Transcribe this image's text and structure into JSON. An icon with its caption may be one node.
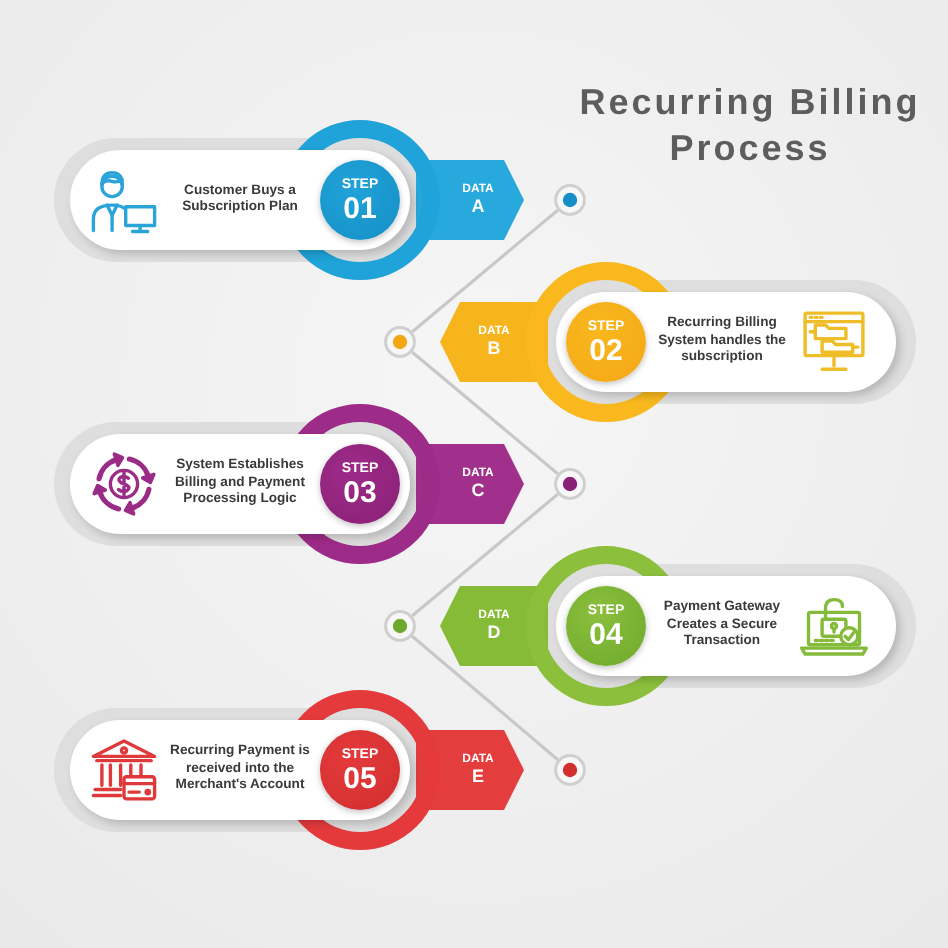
{
  "diagram": {
    "title": "Recurring Billing Process",
    "nodes": [
      {
        "text": [
          "Customer Buys a Subscription Plan"
        ]
      },
      {
        "text": [
          "STEP",
          "01"
        ],
        "in": 0
      },
      {
        "text": [
          "DATA",
          "A"
        ]
      },
      {
        "text": [],
        "shape": "circle"
      },
      {
        "text": [],
        "shape": "circle"
      },
      {
        "text": [
          "DATA",
          "B"
        ]
      },
      {
        "text": [
          "Recurring Billing System handles the subscription"
        ]
      },
      {
        "text": [
          "STEP",
          "02"
        ],
        "in": 6
      },
      {
        "text": [
          "System Establishes Billing and Payment Processing Logic"
        ]
      },
      {
        "text": [
          "STEP",
          "03"
        ],
        "in": 8
      },
      {
        "text": [
          "DATA",
          "C"
        ]
      },
      {
        "text": [],
        "shape": "circle"
      },
      {
        "text": [],
        "shape": "circle"
      },
      {
        "text": [
          "DATA",
          "D"
        ]
      },
      {
        "text": [
          "Payment Gateway Creates a Secure Transaction"
        ]
      },
      {
        "text": [
          "STEP",
          "04"
        ],
        "in": 14
      },
      {
        "text": [
          "Recurring Payment is received into the Merchant's Account"
        ]
      },
      {
        "text": [
          "STEP",
          "05"
        ],
        "in": 16
      },
      {
        "text": [
          "DATA",
          "E"
        ]
      },
      {
        "text": [],
        "shape": "circle"
      }
    ],
    "edges": [
      {
        "from": 3,
        "to": 4,
        "arrow": "none"
      },
      {
        "from": 4,
        "to": 11,
        "arrow": "none"
      },
      {
        "from": 11,
        "to": 12,
        "arrow": "none"
      },
      {
        "from": 12,
        "to": 19,
        "arrow": "none"
      }
    ]
  }
}
